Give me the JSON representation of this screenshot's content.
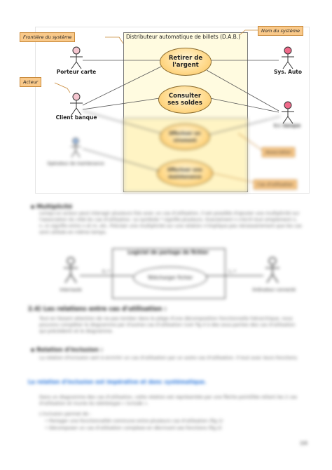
{
  "diagram": {
    "system_name": "Distributeur automatique de billets (D.A.B.)",
    "notes": {
      "frontiere": "Frontière du système",
      "nom_systeme": "Nom du système",
      "acteur": "Acteur",
      "association": "Association",
      "cas_utilisation": "Cas d'utilisation"
    },
    "actors": {
      "porteur": "Porteur carte",
      "client": "Client banque",
      "operateur": "Opérateur de maintenance",
      "sys_auto": "Sys. Auto",
      "si_banque": "S.I. banque"
    },
    "use_cases": {
      "retirer": "Retirer de l'argent",
      "consulter": "Consulter ses soldes",
      "effectuer_virement": "Effectuer un virement",
      "effectuer_maintenance": "Effectuer une maintenance"
    },
    "colors": {
      "note_fill": "#f9c98a",
      "system_fill": "#fffbe0",
      "use_case_fill": "#ffd98a",
      "actor_secondary": "#f06a8a"
    }
  },
  "body": {
    "sub_multiplicite": "Multiplicité",
    "para_multiplicite": "Lorsqu'un acteur peut interagir plusieurs fois avec un cas d'utilisation, il est possible d'ajouter une multiplicité sur l'association du côté du cas d'utilisation. Le symbole * signifie plusieurs. Exactement n s'écrit tout simplement n, n..m signifie entre n et m, etc. Préciser une multiplicité sur une relation n'implique pas nécessairement que les cas sont utilisés en même temps.",
    "fig2": {
      "title": "Logiciel de partage de fichier",
      "use_case": "Télécharger fichier",
      "left_actor": "Internaute",
      "right_actor": "Ordinateur connecté",
      "left_mult": "0..*",
      "right_mult": "1..*"
    },
    "sec_relations": "2.4) Les relations entre cas d'utilisation :",
    "para_relations": "Tout en faisant attention de ne pas tomber dans le piège d'une décomposition fonctionnelle hiérarchique, nous pouvons compléter le diagramme par d'autres cas d'utilisation (voir fig 4 à des sous-parties des cas d'utilisation qui précèdent) et le diagramme.",
    "sub_inclusion": "Relation d'inclusion :",
    "para_inclusion": "La relation d'inclusion sert à enrichir un cas d'utilisation par un autre cas d'utilisation. Il tout avec leurs fonctions.",
    "blue_line": "La relation d'inclusion est impérative et donc systématique.",
    "para_uml": "Dans un diagramme des cas d'utilisation, cette relation est représentée par une flèche pointillée reliant les 2 cas d'utilisation et munie du stéréotype « include ».",
    "para_permet": "L'inclusion permet de :",
    "bullets": [
      "Partager une fonctionnalité commune entre plusieurs cas d'utilisation (fig.1)",
      "Décomposer un cas d'utilisation complexe en décrivant ses fonctions (fig.2)"
    ],
    "page_number": "3/6"
  }
}
